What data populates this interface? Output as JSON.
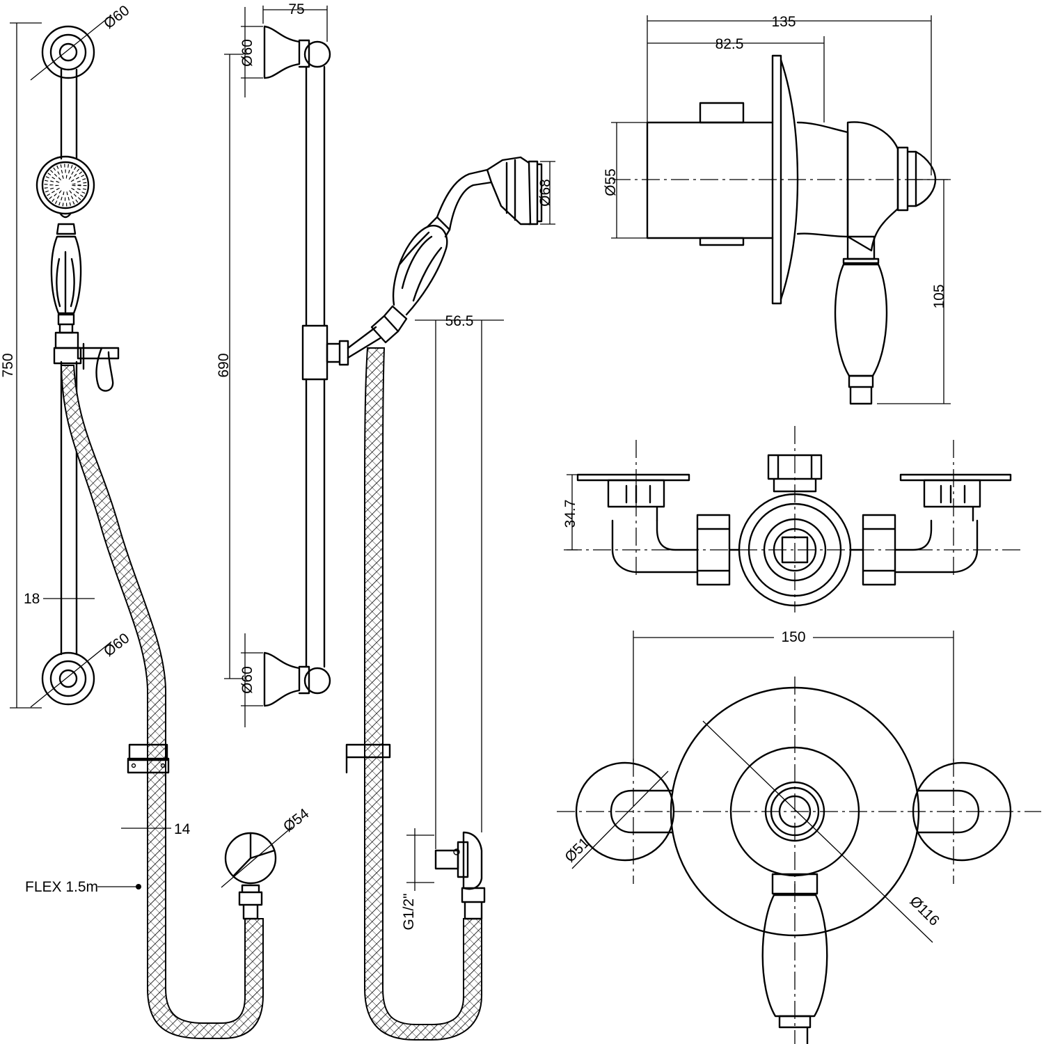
{
  "dimensions": {
    "rail_length": "750",
    "bracket_dia_top": "Ø60",
    "bracket_dia_bottom": "Ø60",
    "rail_dia": "18",
    "hose_dia": "14",
    "flex_label": "FLEX 1.5m",
    "outlet_dia": "Ø54",
    "side_offset": "75",
    "side_bracket_top": "Ø60",
    "side_rail_length": "690",
    "side_bracket_bottom": "Ø60",
    "head_dia": "Ø68",
    "outlet_depth": "56.5",
    "outlet_thread": "G1/2\"",
    "valve_depth_total": "135",
    "valve_depth_body": "82.5",
    "valve_body_dia": "Ø55",
    "valve_height": "105",
    "inlet_height": "34.7",
    "inlet_centres": "150",
    "flange_dia": "Ø116",
    "inlet_flange_dia": "Ø51"
  }
}
